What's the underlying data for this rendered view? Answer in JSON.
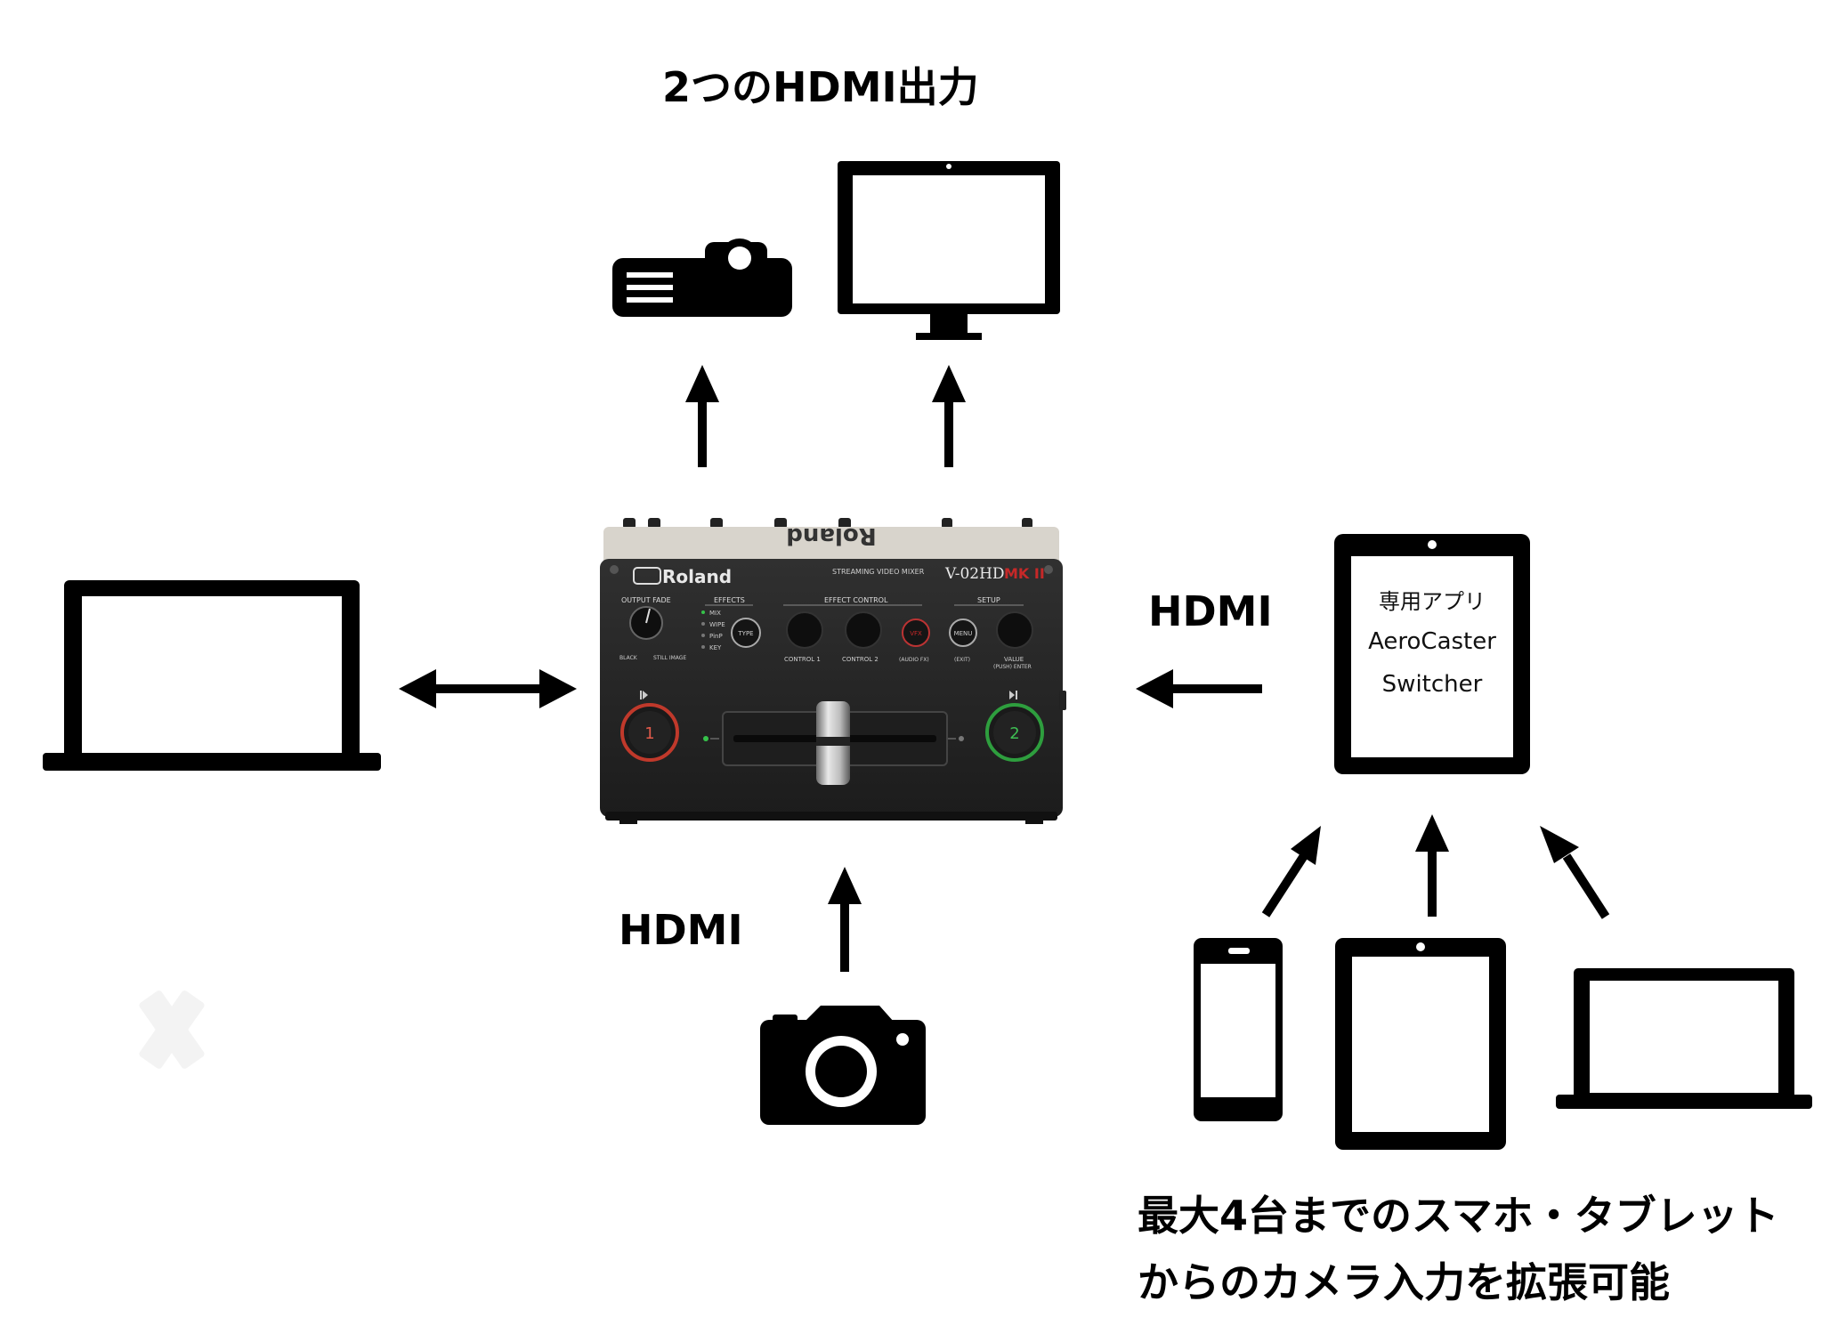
{
  "labels": {
    "top_title": "2つのHDMI出力",
    "hdmi_right": "HDMI",
    "hdmi_bottom": "HDMI",
    "caption_line1": "最大4台までのスマホ・タブレット",
    "caption_line2": "からのカメラ入力を拡張可能"
  },
  "tablet_app": {
    "line1": "専用アプリ",
    "line2": "AeroCaster",
    "line3": "Switcher"
  },
  "mixer": {
    "brand": "Roland",
    "brand_mirrored": "Roland",
    "subtitle": "STREAMING VIDEO MIXER",
    "model": "V-02HD",
    "model_suffix": "MK II",
    "output_fade": "OUTPUT FADE",
    "black": "BLACK",
    "still_image": "STILL IMAGE",
    "effects": "EFFECTS",
    "effects_list": [
      "MIX",
      "WIPE",
      "PinP",
      "KEY"
    ],
    "type": "TYPE",
    "effect_control": "EFFECT CONTROL",
    "control1": "CONTROL 1",
    "control2": "CONTROL 2",
    "vfx": "VFX",
    "audio_fx": "(AUDIO FX)",
    "setup": "SETUP",
    "menu": "MENU",
    "exit": "(EXIT)",
    "value": "VALUE",
    "push_enter": "(PUSH) ENTER",
    "btn1": "1",
    "btn2": "2"
  },
  "colors": {
    "icon": "#000000",
    "mixer_body": "#262626",
    "mixer_top": "#d8d4cc",
    "accent_red": "#c62828",
    "accent_green": "#2e9e3e",
    "watermark": "#f2f2f2"
  },
  "icons": [
    "projector-icon",
    "monitor-icon",
    "laptop-icon",
    "tablet-icon",
    "phone-icon",
    "camera-icon",
    "video-mixer"
  ]
}
